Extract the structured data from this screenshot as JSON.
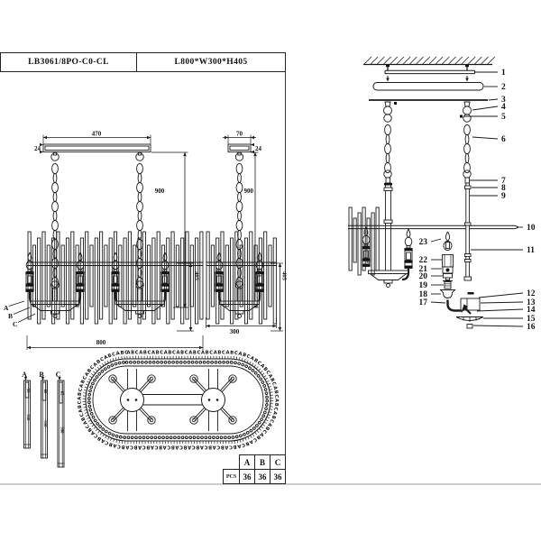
{
  "title_block": {
    "model": "LB3061/8PO-C0-CL",
    "dimensions": "L800*W300*H405"
  },
  "front_view": {
    "dim_canopy_width": "470",
    "dim_canopy_height": "24",
    "dim_chain_drop": "900",
    "dim_body_height": "405",
    "dim_total_width": "800",
    "rod_type_labels": [
      "A",
      "B",
      "C"
    ]
  },
  "side_view": {
    "dim_canopy_width": "70",
    "dim_canopy_height": "24",
    "dim_chain_drop": "900",
    "dim_body_height": "405",
    "dim_total_width": "300"
  },
  "exploded_view": {
    "part_numbers_right": [
      "1",
      "2",
      "3",
      "4",
      "5",
      "6",
      "7",
      "8",
      "9",
      "10",
      "11",
      "12",
      "13",
      "14",
      "15",
      "16"
    ],
    "part_numbers_lamp": [
      "23",
      "22",
      "21",
      "20",
      "19",
      "18",
      "17"
    ]
  },
  "rod_details": {
    "rods": [
      {
        "label": "A",
        "dim_top": "55",
        "dim_length": "310"
      },
      {
        "label": "B",
        "dim_top": "60",
        "dim_length": "350"
      },
      {
        "label": "C",
        "dim_top": "65",
        "dim_length": "390"
      }
    ]
  },
  "top_view": {
    "letter_pattern": "ABC",
    "letters": "ABCABCABCABCABCABCABCABCABCABCABCABCABCABCABCABCABCABCABCABCABCABCABCABCABCABCABCABCABCABCABCABCABCABCABCABCABCABCABCABCABCABCABCABCABCABC"
  },
  "pcs_table": {
    "row_label": "PCS",
    "columns": [
      "A",
      "B",
      "C"
    ],
    "values": [
      "36",
      "36",
      "36"
    ]
  }
}
